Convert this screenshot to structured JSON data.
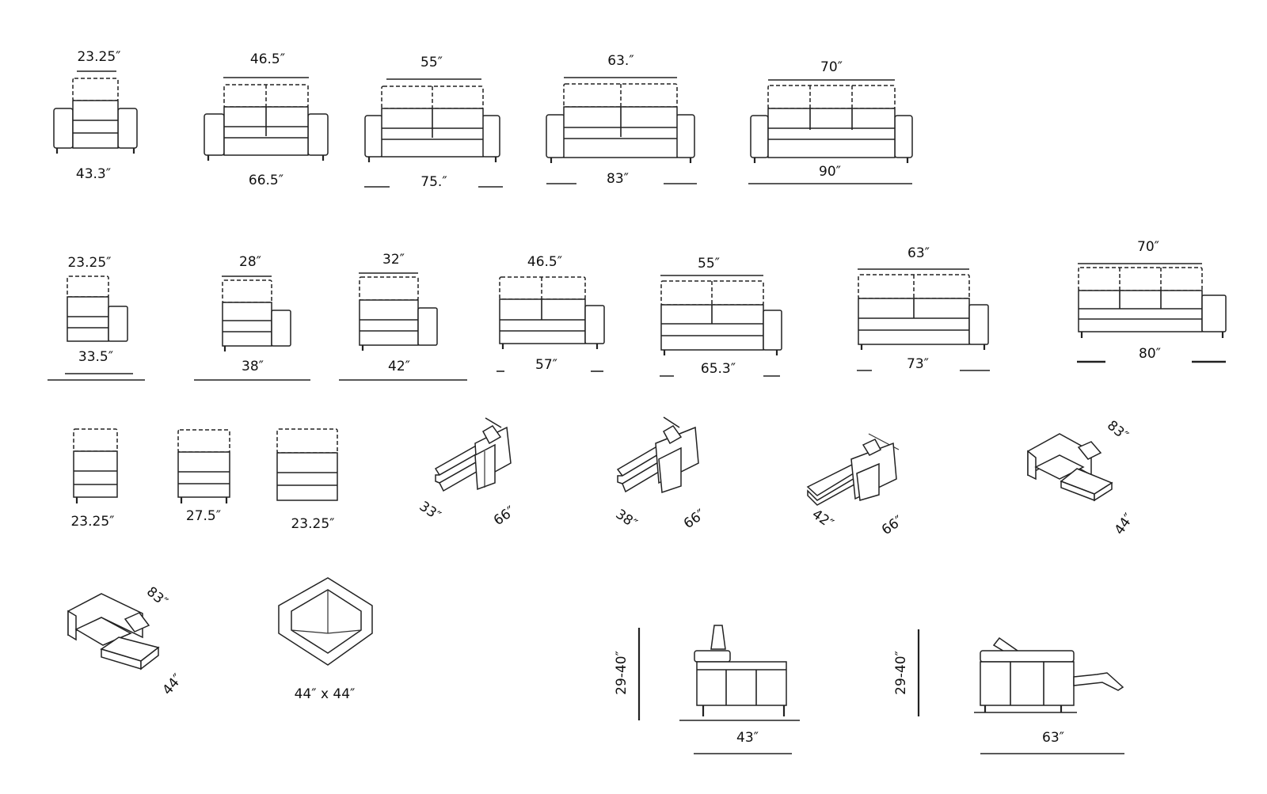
{
  "row1": {
    "chair": {
      "top": "23.25″",
      "bottom": "43.3″"
    },
    "loveseat": {
      "top": "46.5″",
      "bottom": "66.5″"
    },
    "sofa55": {
      "top": "55″",
      "bottom": "75.″"
    },
    "sofa63": {
      "top": "63.″",
      "bottom": "83″"
    },
    "sofa70": {
      "top": "70″",
      "bottom": "90″"
    }
  },
  "row2": {
    "arm1": {
      "top": "23.25″",
      "bottom": "33.5″"
    },
    "arm2": {
      "top": "28″",
      "bottom": "38″"
    },
    "arm3": {
      "top": "32″",
      "bottom": "42″"
    },
    "arm4": {
      "top": "46.5″",
      "bottom": "57″"
    },
    "arm5": {
      "top": "55″",
      "bottom": "65.3″"
    },
    "arm6": {
      "top": "63″",
      "bottom": "73″"
    },
    "arm7": {
      "top": "70″",
      "bottom": "80″"
    }
  },
  "row3": {
    "armless1": {
      "bottom": "23.25″"
    },
    "armless2": {
      "bottom": "27.5″"
    },
    "armless3": {
      "bottom": "23.25″"
    },
    "chaise1": {
      "a": "33″",
      "b": "66″"
    },
    "chaise2": {
      "a": "38″",
      "b": "66″"
    },
    "chaise3": {
      "a": "42″",
      "b": "66″"
    },
    "corner_chaise": {
      "a": "83″",
      "b": "44″"
    }
  },
  "row4": {
    "corner_chaise2": {
      "a": "83″",
      "b": "44″"
    },
    "corner_wedge": {
      "label": "44″ x 44″"
    },
    "side1": {
      "height": "29-40″",
      "depth": "43″"
    },
    "side2": {
      "height": "29-40″",
      "depth": "63″"
    }
  }
}
